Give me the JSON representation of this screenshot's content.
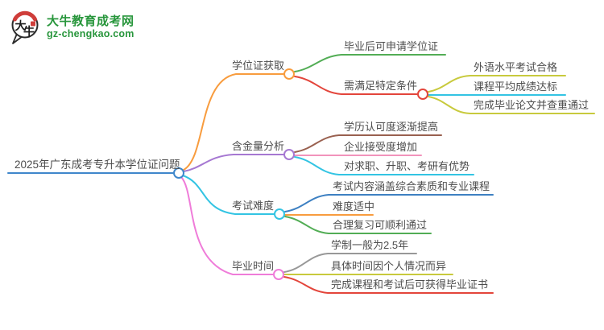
{
  "logo": {
    "title": "大牛教育成考网",
    "domain": "gz-chengkao.com",
    "icon_char1": "大",
    "icon_char2": "牛",
    "green": "#28963c",
    "red": "#cf3d3a",
    "black": "#2b2b2b"
  },
  "colors": {
    "center_blue": "#3f87cb",
    "orange": "#f89c3e",
    "green": "#52ad55",
    "red": "#e3453b",
    "olive": "#c8ca3d",
    "cyan": "#33c4e3",
    "purple": "#a678d2",
    "brown": "#99604f",
    "pink": "#f193bb",
    "blue": "#3d80c2",
    "magenta": "#ef7cd9",
    "gray": "#989898",
    "text": "#4d4d4d"
  },
  "mindmap": {
    "root": "2025年广东成考专升本学位证问题",
    "branches": [
      {
        "label": "学位证获取",
        "children": [
          {
            "label": "毕业后可申请学位证"
          },
          {
            "label": "需满足特定条件",
            "children": [
              {
                "label": "外语水平考试合格"
              },
              {
                "label": "课程平均成绩达标"
              },
              {
                "label": "完成毕业论文并查重通过"
              }
            ]
          }
        ]
      },
      {
        "label": "含金量分析",
        "children": [
          {
            "label": "学历认可度逐渐提高"
          },
          {
            "label": "企业接受度增加"
          },
          {
            "label": "对求职、升职、考研有优势"
          }
        ]
      },
      {
        "label": "考试难度",
        "children": [
          {
            "label": "考试内容涵盖综合素质和专业课程"
          },
          {
            "label": "难度适中"
          },
          {
            "label": "合理复习可顺利通过"
          }
        ]
      },
      {
        "label": "毕业时间",
        "children": [
          {
            "label": "学制一般为2.5年"
          },
          {
            "label": "具体时间因个人情况而异"
          },
          {
            "label": "完成课程和考试后可获得毕业证书"
          }
        ]
      }
    ]
  }
}
